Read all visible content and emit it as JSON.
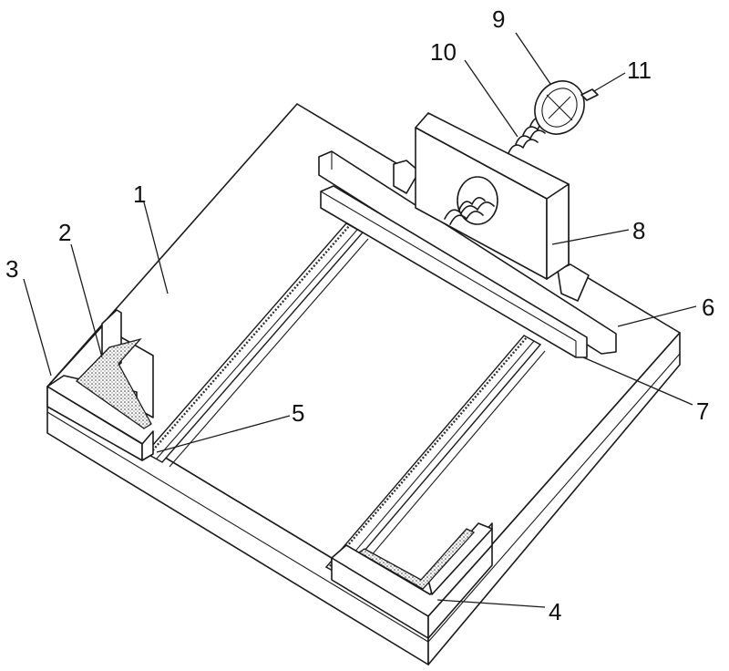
{
  "labels": {
    "l1": "1",
    "l2": "2",
    "l3": "3",
    "l4": "4",
    "l5": "5",
    "l6": "6",
    "l7": "7",
    "l8": "8",
    "l9": "9",
    "l10": "10",
    "l11": "11"
  },
  "colors": {
    "line": "#1a1a1a",
    "background": "#ffffff"
  }
}
